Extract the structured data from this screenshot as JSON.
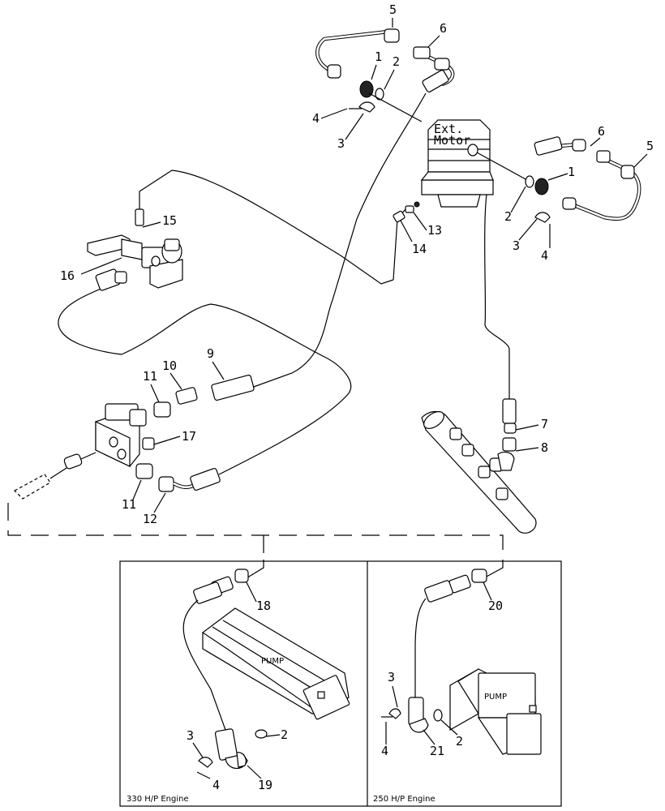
{
  "labels": {
    "motor_line1": "Ext.",
    "motor_line2": "Motor",
    "pump": "PUMP",
    "engine_330": "330 H/P Engine",
    "engine_250": "250 H/P Engine"
  },
  "callouts": [
    "5",
    "6",
    "1",
    "2",
    "4",
    "3",
    "6",
    "5",
    "1",
    "2",
    "3",
    "4",
    "15",
    "13",
    "14",
    "16",
    "9",
    "10",
    "11",
    "17",
    "11",
    "12",
    "7",
    "8",
    "18",
    "20",
    "3",
    "2",
    "4",
    "3",
    "19",
    "4",
    "21",
    "2"
  ],
  "colors": {
    "line": "#000000",
    "background": "#ffffff"
  }
}
